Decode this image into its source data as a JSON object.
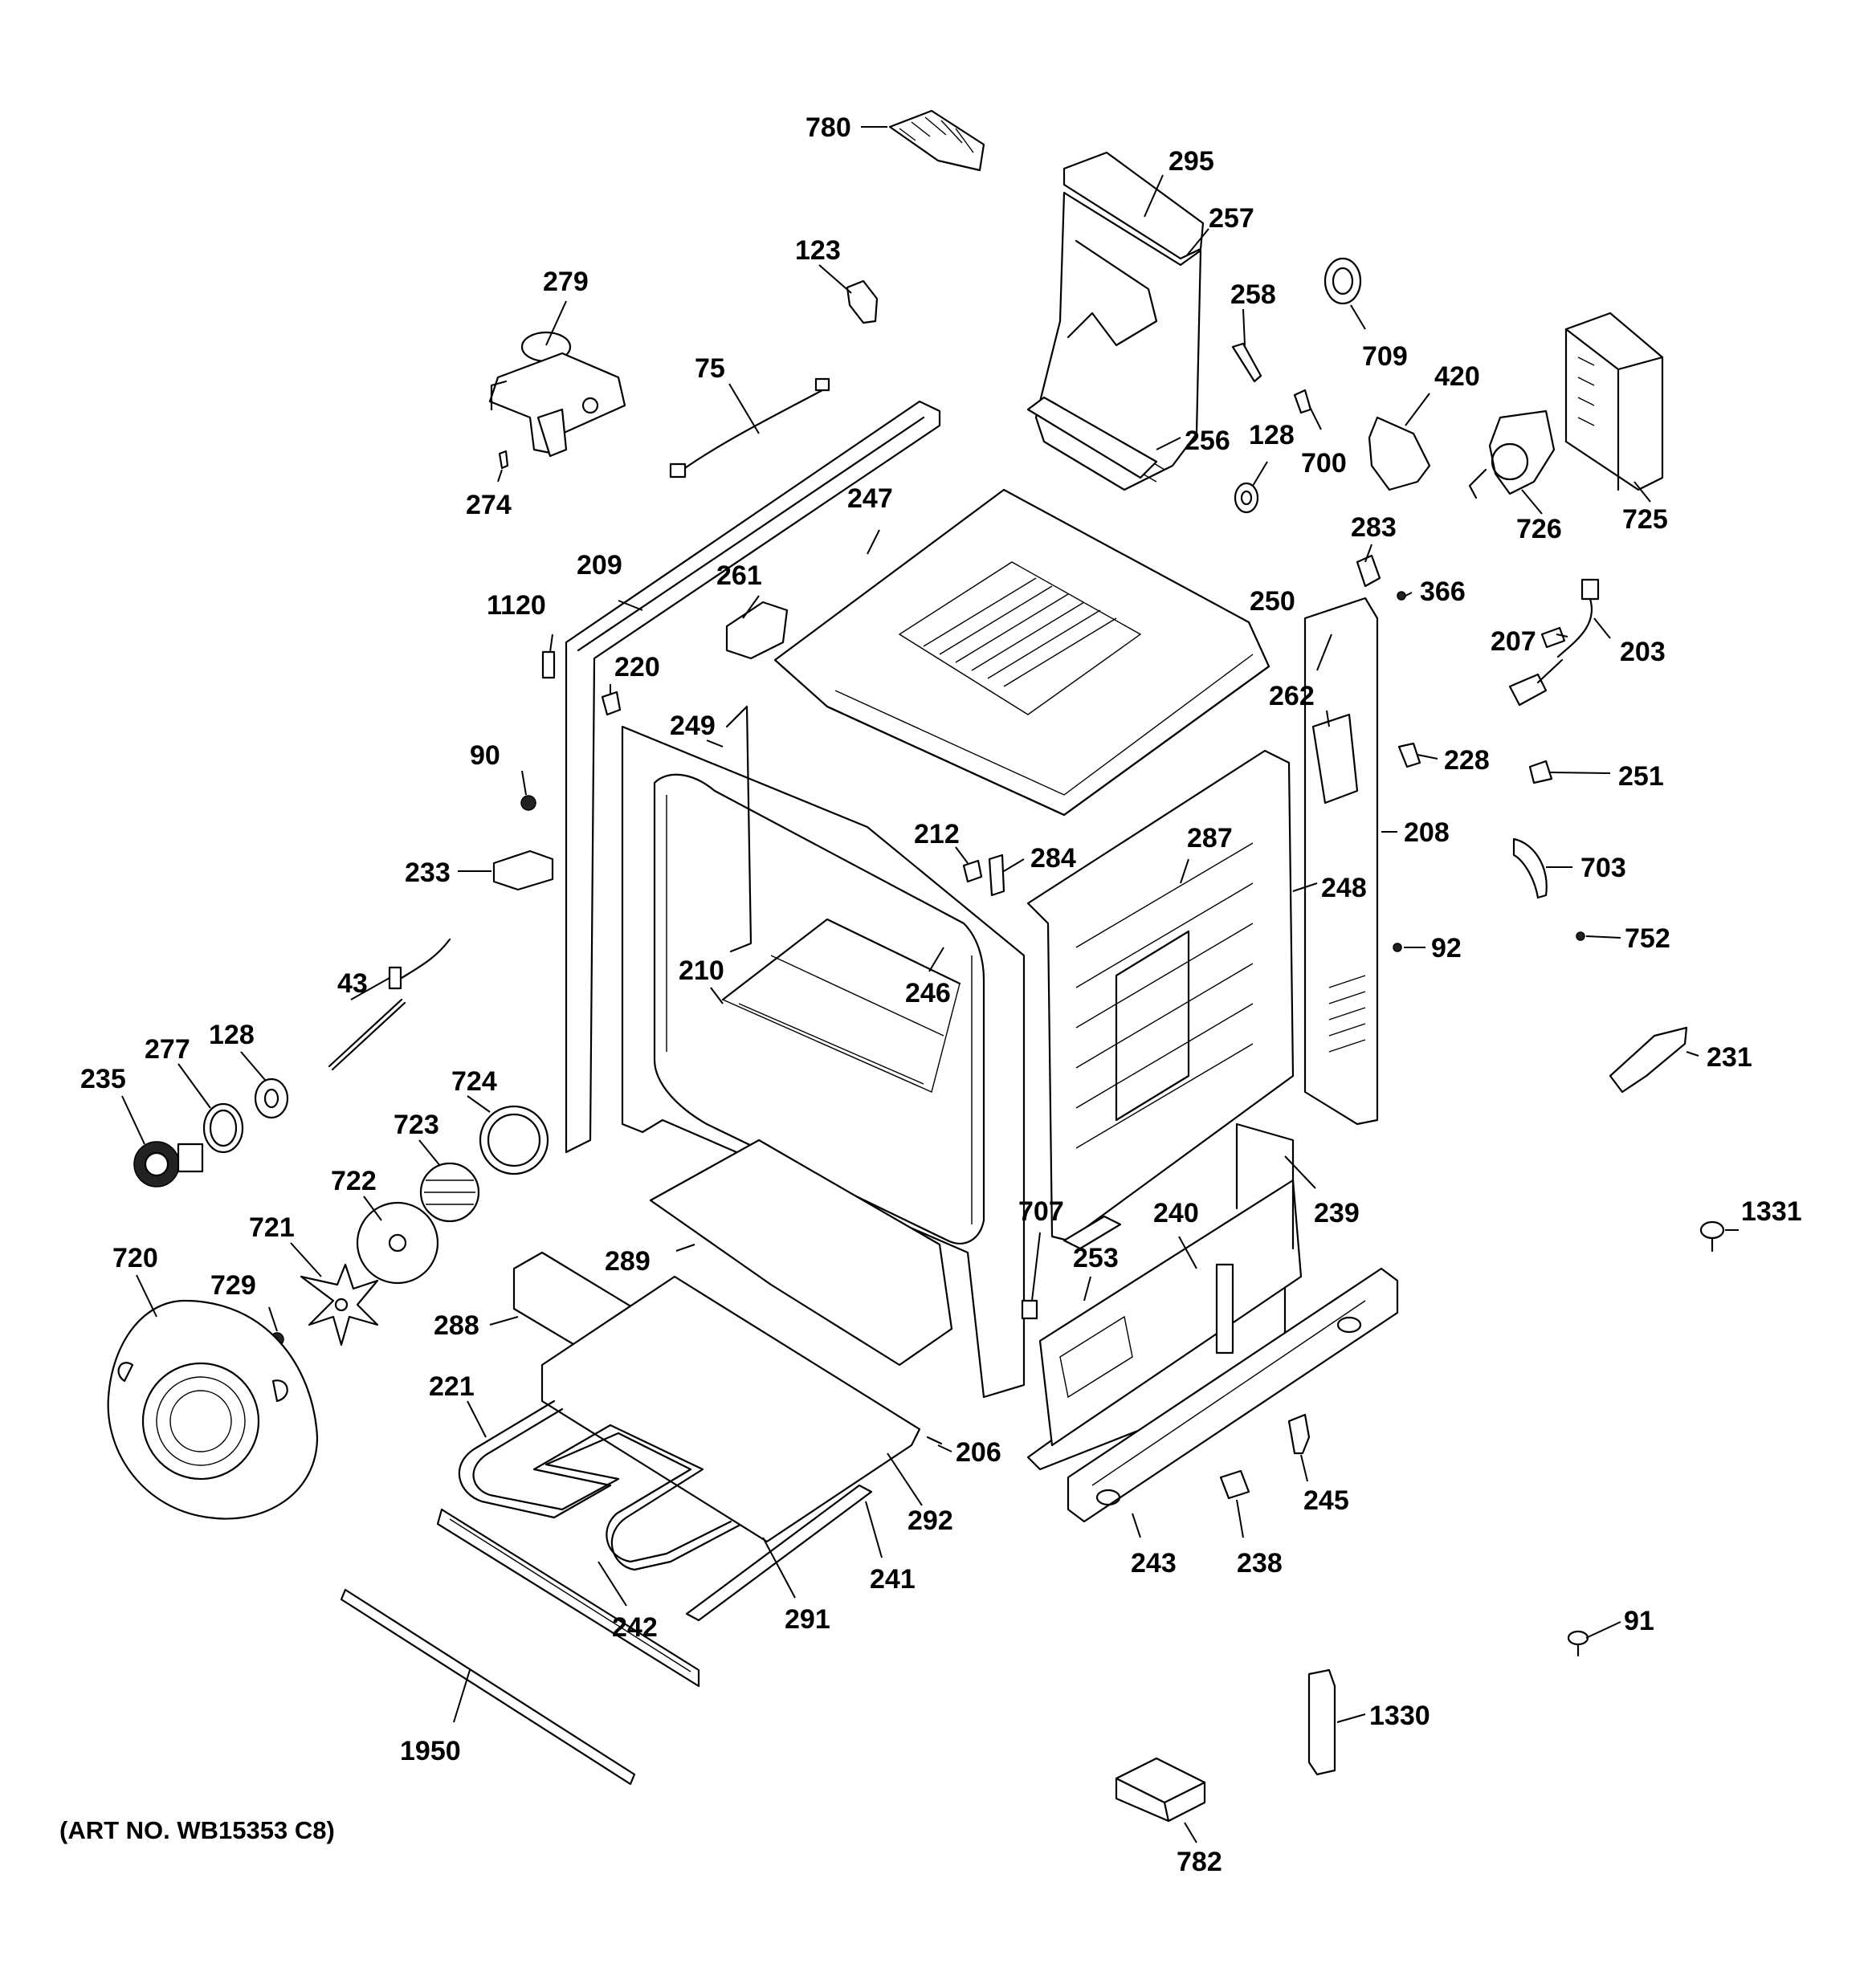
{
  "art_number": "(ART NO. WB15353 C8)",
  "callouts": {
    "c780": "780",
    "c295": "295",
    "c257": "257",
    "c123": "123",
    "c279": "279",
    "c258": "258",
    "c709": "709",
    "c420": "420",
    "c75": "75",
    "c256": "256",
    "c128a": "128",
    "c700": "700",
    "c274": "274",
    "c247": "247",
    "c726": "726",
    "c725": "725",
    "c283": "283",
    "c209": "209",
    "c261": "261",
    "c366": "366",
    "c1120": "1120",
    "c250": "250",
    "c207": "207",
    "c203": "203",
    "c220": "220",
    "c262": "262",
    "c249": "249",
    "c228": "228",
    "c251": "251",
    "c90": "90",
    "c208": "208",
    "c212": "212",
    "c287": "287",
    "c284": "284",
    "c233": "233",
    "c703": "703",
    "c248": "248",
    "c43": "43",
    "c752": "752",
    "c92": "92",
    "c210": "210",
    "c277": "277",
    "c128b": "128",
    "c246": "246",
    "c235": "235",
    "c231": "231",
    "c724": "724",
    "c723": "723",
    "c722": "722",
    "c239": "239",
    "c707": "707",
    "c240": "240",
    "c1331": "1331",
    "c721": "721",
    "c720": "720",
    "c289": "289",
    "c253": "253",
    "c729": "729",
    "c288": "288",
    "c221": "221",
    "c206": "206",
    "c245": "245",
    "c292": "292",
    "c243": "243",
    "c238": "238",
    "c241": "241",
    "c291": "291",
    "c242": "242",
    "c91": "91",
    "c1330": "1330",
    "c1950": "1950",
    "c782": "782"
  }
}
